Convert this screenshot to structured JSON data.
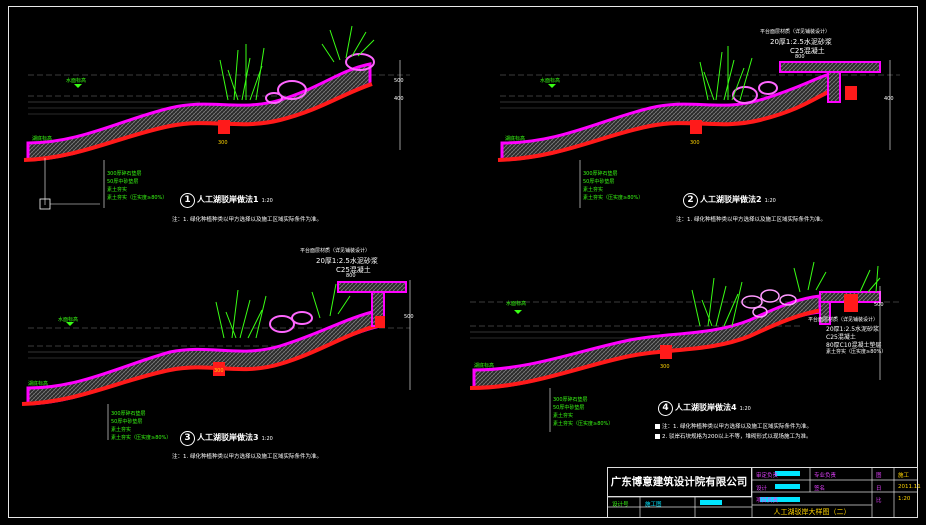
{
  "title_block": {
    "company": "广东博意建筑设计院有限公司",
    "drawing_title": "人工湖驳岸大样图（二）",
    "fields": {
      "left_top": "审定负责",
      "sub_top": "专业负责",
      "left_mid": "设计",
      "sub_mid": "签名",
      "left_bot": "项目负责",
      "stage": "施工图",
      "r1": "图",
      "r1b": "施工",
      "r2": "日",
      "r2b": "2011.11",
      "r3": "比",
      "r3b": "1:20",
      "design_code": "设计号"
    }
  },
  "details": [
    {
      "num": "1",
      "name": "人工湖驳岸做法1",
      "scale": "1:20",
      "note": "注：1. 绿化种植种类以甲方选择以及施工区域实际条件为准。",
      "layers": [
        "300厚碎石垫层",
        "50厚中砂垫层",
        "素土夯实",
        "素土夯实（压实度≥80%）"
      ],
      "tags": [
        "水面标高",
        "湖底标高",
        "300",
        "500",
        "400"
      ]
    },
    {
      "num": "2",
      "name": "人工湖驳岸做法2",
      "scale": "1:20",
      "note": "注：1. 绿化种植种类以甲方选择以及施工区域实际条件为准。",
      "layers": [
        "300厚碎石垫层",
        "50厚中砂垫层",
        "素土夯实",
        "素土夯实（压实度≥80%）"
      ],
      "top_layers": [
        "平台面层材质（详见铺装设计）",
        "20厚1:2.5水泥砂浆",
        "C25混凝土",
        "800"
      ],
      "tags": [
        "水面标高",
        "湖底标高",
        "300",
        "400"
      ]
    },
    {
      "num": "3",
      "name": "人工湖驳岸做法3",
      "scale": "1:20",
      "note": "注：1. 绿化种植种类以甲方选择以及施工区域实际条件为准。",
      "layers": [
        "300厚碎石垫层",
        "50厚中砂垫层",
        "素土夯实",
        "素土夯实（压实度≥80%）"
      ],
      "top_layers": [
        "平台面层材质（详见铺装设计）",
        "20厚1:2.5水泥砂浆",
        "C25混凝土",
        "800"
      ],
      "tags": [
        "水面标高",
        "湖底标高",
        "300",
        "500"
      ]
    },
    {
      "num": "4",
      "name": "人工湖驳岸做法4",
      "scale": "1:20",
      "notes": [
        "注：1. 绿化种植种类以甲方选择以及施工区域实际条件为准。",
        "2. 驳岸石块规格为200以上不等，堆砌形式以现场施工为准。"
      ],
      "layers": [
        "300厚碎石垫层",
        "50厚中砂垫层",
        "素土夯实",
        "素土夯实（压实度≥80%）"
      ],
      "top_layers": [
        "平台面层材质（详见铺装设计）",
        "20厚1:2.5水泥砂浆",
        "C25混凝土",
        "80厚C10混凝土垫层",
        "素土夯实（压实度≥80%）"
      ],
      "tags": [
        "水面标高",
        "湖底标高",
        "300",
        "500"
      ]
    }
  ],
  "colors": {
    "background": "#000000",
    "magenta": "#ff00ff",
    "red": "#ff1a1a",
    "pink": "#ff99ff",
    "green": "#39ff14",
    "yellow": "#ffd400",
    "white": "#ffffff",
    "cyan": "#00e5ff",
    "hatch": "#8a8a8a"
  }
}
